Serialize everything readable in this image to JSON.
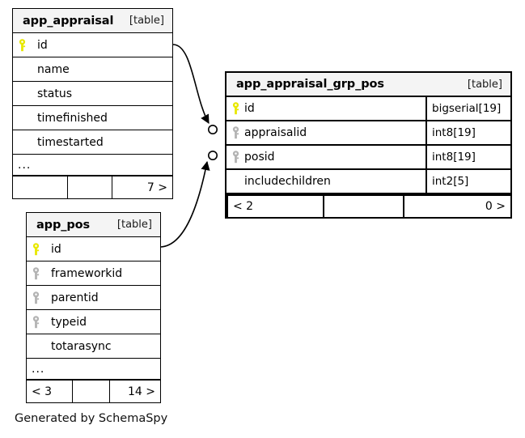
{
  "diagram": {
    "caption": "Generated by SchemaSpy",
    "table_tag": "[table]",
    "ellipsis": "...",
    "colors": {
      "primary_key": "#e8e800",
      "foreign_key": "#b3b3b3",
      "header_bg": "#f4f4f4",
      "border": "#000000",
      "background": "#ffffff"
    }
  },
  "tables": [
    {
      "name": "app_appraisal",
      "tag": "[table]",
      "columns": [
        {
          "key": "primary",
          "name": "id",
          "type": ""
        },
        {
          "key": "none",
          "name": "name",
          "type": ""
        },
        {
          "key": "none",
          "name": "status",
          "type": ""
        },
        {
          "key": "none",
          "name": "timefinished",
          "type": ""
        },
        {
          "key": "none",
          "name": "timestarted",
          "type": ""
        }
      ],
      "has_more": true,
      "more_label": "...",
      "footer": {
        "left": "",
        "mid": "",
        "right": "7 >"
      }
    },
    {
      "name": "app_appraisal_grp_pos",
      "tag": "[table]",
      "columns": [
        {
          "key": "primary",
          "name": "id",
          "type": "bigserial[19]"
        },
        {
          "key": "foreign",
          "name": "appraisalid",
          "type": "int8[19]"
        },
        {
          "key": "foreign",
          "name": "posid",
          "type": "int8[19]"
        },
        {
          "key": "none",
          "name": "includechildren",
          "type": "int2[5]"
        }
      ],
      "has_more": false,
      "more_label": "",
      "footer": {
        "left": "< 2",
        "mid": "",
        "right": "0 >"
      }
    },
    {
      "name": "app_pos",
      "tag": "[table]",
      "columns": [
        {
          "key": "primary",
          "name": "id",
          "type": ""
        },
        {
          "key": "foreign",
          "name": "frameworkid",
          "type": ""
        },
        {
          "key": "foreign",
          "name": "parentid",
          "type": ""
        },
        {
          "key": "foreign",
          "name": "typeid",
          "type": ""
        },
        {
          "key": "none",
          "name": "totarasync",
          "type": ""
        }
      ],
      "has_more": true,
      "more_label": "...",
      "footer": {
        "left": "< 3",
        "mid": "",
        "right": "14 >"
      }
    }
  ],
  "relationships": [
    {
      "from_table": "app_appraisal",
      "from_column": "id",
      "to_table": "app_appraisal_grp_pos",
      "to_column": "appraisalid"
    },
    {
      "from_table": "app_pos",
      "from_column": "id",
      "to_table": "app_appraisal_grp_pos",
      "to_column": "posid"
    }
  ]
}
